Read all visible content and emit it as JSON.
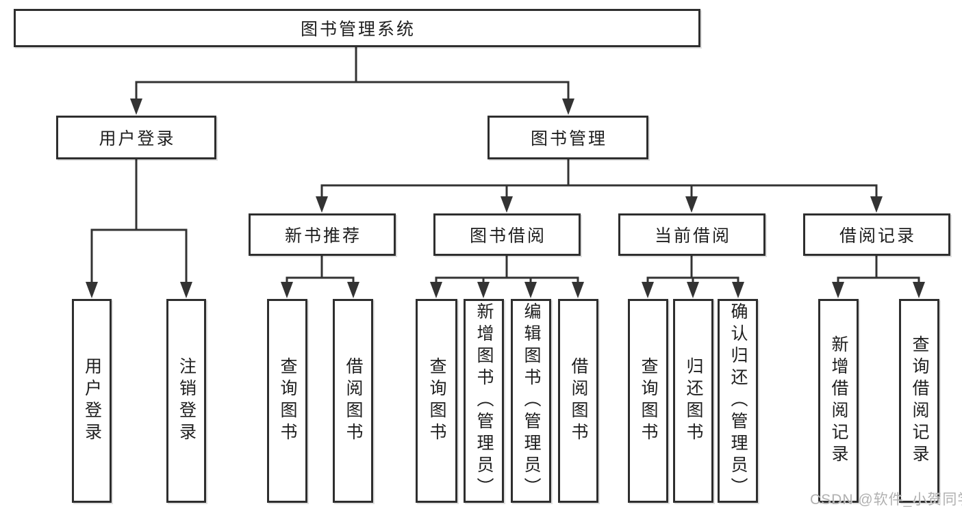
{
  "tree": {
    "label": "图书管理系统",
    "children": [
      {
        "label": "用户登录",
        "children": [
          {
            "label": "用户登录"
          },
          {
            "label": "注销登录"
          }
        ]
      },
      {
        "label": "图书管理",
        "children": [
          {
            "label": "新书推荐",
            "children": [
              {
                "label": "查询图书"
              },
              {
                "label": "借阅图书"
              }
            ]
          },
          {
            "label": "图书借阅",
            "children": [
              {
                "label": "查询图书"
              },
              {
                "label": "新增图书（管理员）"
              },
              {
                "label": "编辑图书（管理员）"
              },
              {
                "label": "借阅图书"
              }
            ]
          },
          {
            "label": "当前借阅",
            "children": [
              {
                "label": "查询图书"
              },
              {
                "label": "归还图书"
              },
              {
                "label": "确认归还（管理员）"
              }
            ]
          },
          {
            "label": "借阅记录",
            "children": [
              {
                "label": "新增借阅记录"
              },
              {
                "label": "查询借阅记录"
              }
            ]
          }
        ]
      }
    ]
  },
  "watermark": {
    "text": "CSDN @软件_小贺同学"
  },
  "colors": {
    "line": "#333333",
    "border": "#2e2e2e",
    "text": "#1e1e1e",
    "watermark": "#b0b0b0",
    "background": "#ffffff"
  }
}
